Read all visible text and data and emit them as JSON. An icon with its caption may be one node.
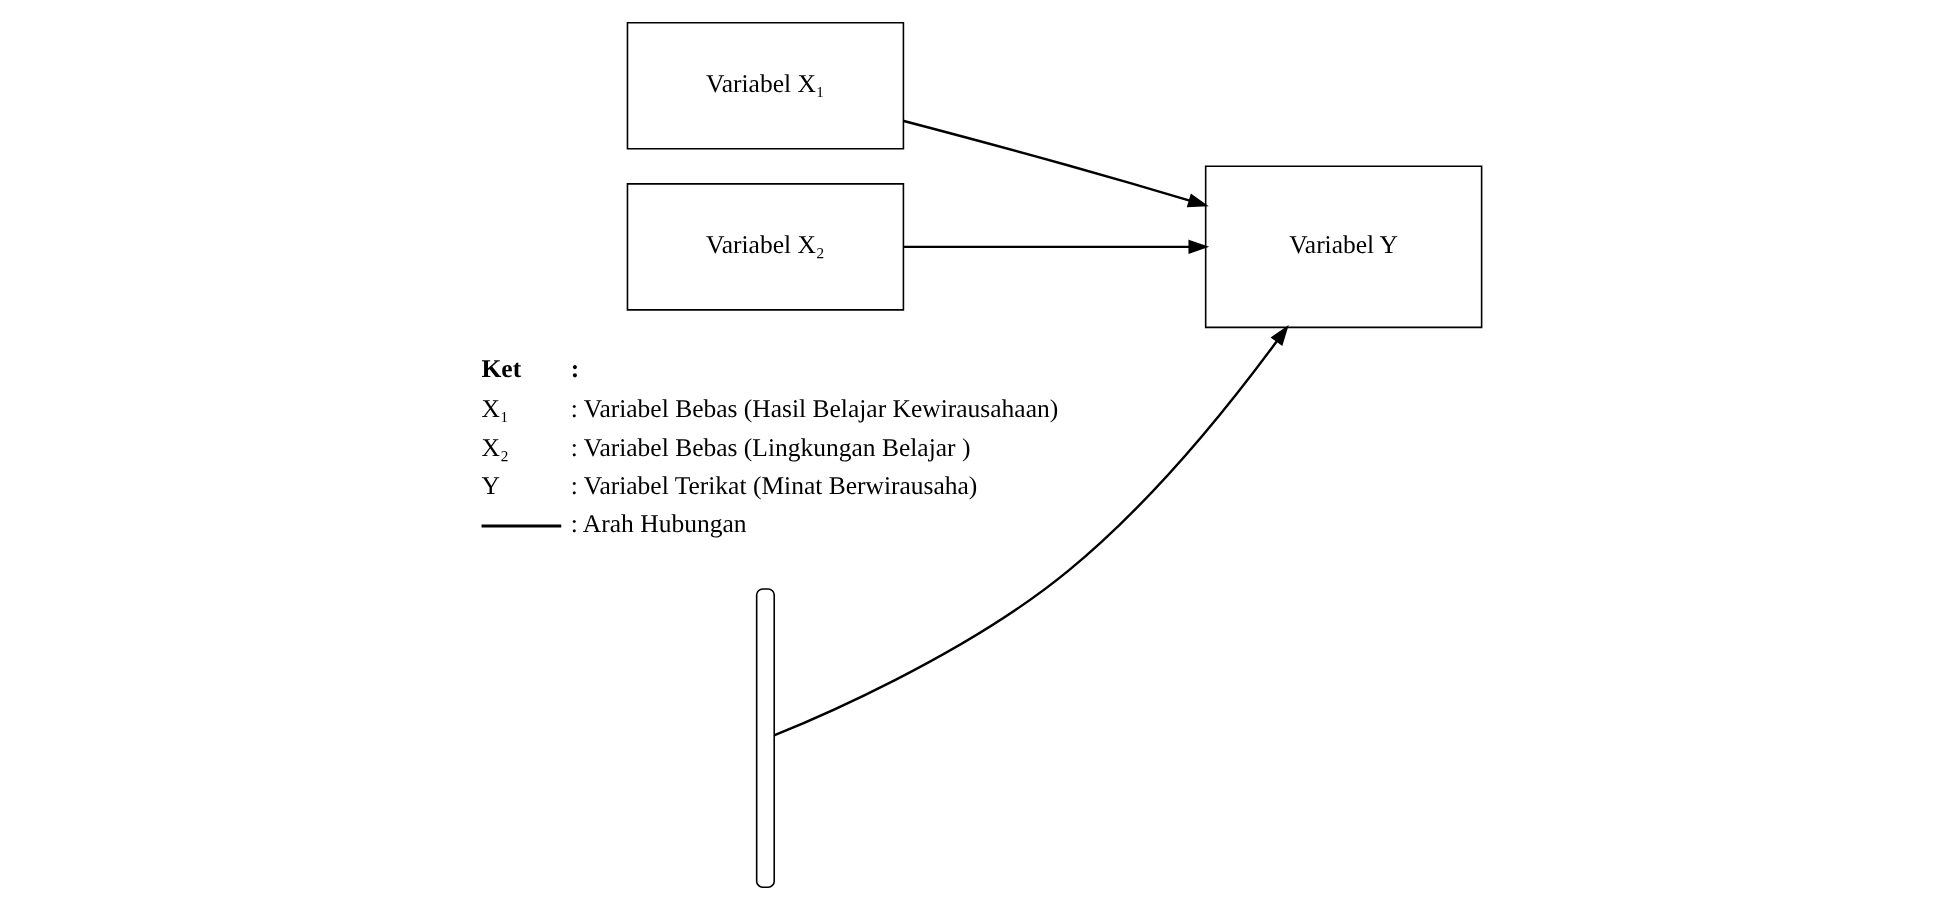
{
  "diagram": {
    "nodes": [
      {
        "text": [
          "Variabel X₁"
        ]
      },
      {
        "text": [
          "Variabel X₂"
        ]
      },
      {
        "text": [],
        "shape": "bracket"
      },
      {
        "text": [
          "Variabel Y"
        ]
      }
    ],
    "edges": [
      {
        "from": 0,
        "to": 3,
        "arrow": "to"
      },
      {
        "from": 2,
        "to": 3,
        "arrow": "to"
      },
      {
        "from": 1,
        "to": 3,
        "arrow": "to"
      }
    ],
    "labels": [
      "Ket",
      ":",
      "X₁",
      ": Variabel Bebas (Hasil Belajar Kewirausahaan)",
      "X₂",
      ": Variabel Bebas (Lingkungan Belajar )",
      "Y",
      ": Variabel Terikat (Minat Berwirausaha)"
    ],
    "legend": [
      {
        "text": ": Arah Hubungan"
      }
    ]
  }
}
